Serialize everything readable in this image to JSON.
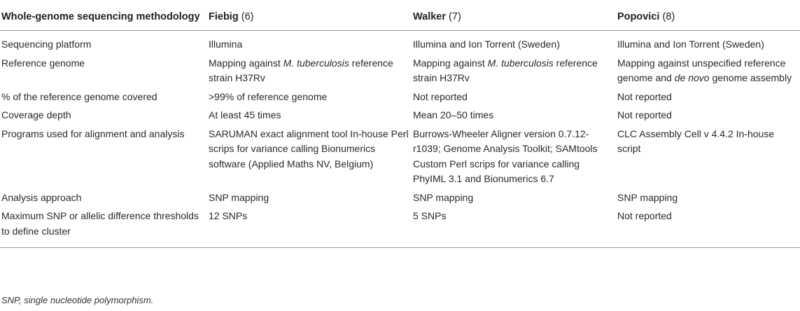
{
  "header": {
    "col1": "Whole-genome sequencing methodology",
    "col2": {
      "name": "Fiebig",
      "ref": "(6)"
    },
    "col3": {
      "name": "Walker",
      "ref": "(7)"
    },
    "col4": {
      "name": "Popovici",
      "ref": "(8)"
    }
  },
  "rows": [
    {
      "label": "Sequencing platform",
      "fiebig": "Illumina",
      "walker": "Illumina and Ion Torrent (Sweden)",
      "popovici": "Illumina and Ion Torrent (Sweden)"
    },
    {
      "label": "Reference genome",
      "fiebig": {
        "pre": "Mapping against ",
        "em": "M. tuberculosis",
        "post": " reference strain H37Rv"
      },
      "walker": {
        "pre": "Mapping against ",
        "em": "M. tuberculosis",
        "post": " reference strain H37Rv"
      },
      "popovici": {
        "pre": "Mapping against unspecified reference genome and ",
        "em": "de novo",
        "post": " genome assembly"
      }
    },
    {
      "label": "% of the reference genome covered",
      "fiebig": ">99% of reference genome",
      "walker": "Not reported",
      "popovici": "Not reported"
    },
    {
      "label": "Coverage depth",
      "fiebig": "At least 45 times",
      "walker": "Mean 20–50 times",
      "popovici": "Not reported"
    },
    {
      "label": "Programs used for alignment and analysis",
      "fiebig": "SARUMAN exact alignment tool In-house Perl scrips for variance calling Bionumerics software (Applied Maths NV, Belgium)",
      "walker": "Burrows-Wheeler Aligner version 0.7.12-r1039; Genome Analysis Toolkit; SAMtools Custom Perl scrips for variance calling PhyIML 3.1 and Bionumerics 6.7",
      "popovici": "CLC Assembly Cell v 4.4.2 In-house script"
    },
    {
      "label": "Analysis approach",
      "fiebig": "SNP mapping",
      "walker": "SNP mapping",
      "popovici": "SNP mapping"
    },
    {
      "label": "Maximum SNP or allelic difference thresholds to define cluster",
      "fiebig": "12 SNPs",
      "walker": "5 SNPs",
      "popovici": "Not reported"
    }
  ],
  "footnote": "SNP, single nucleotide polymorphism."
}
